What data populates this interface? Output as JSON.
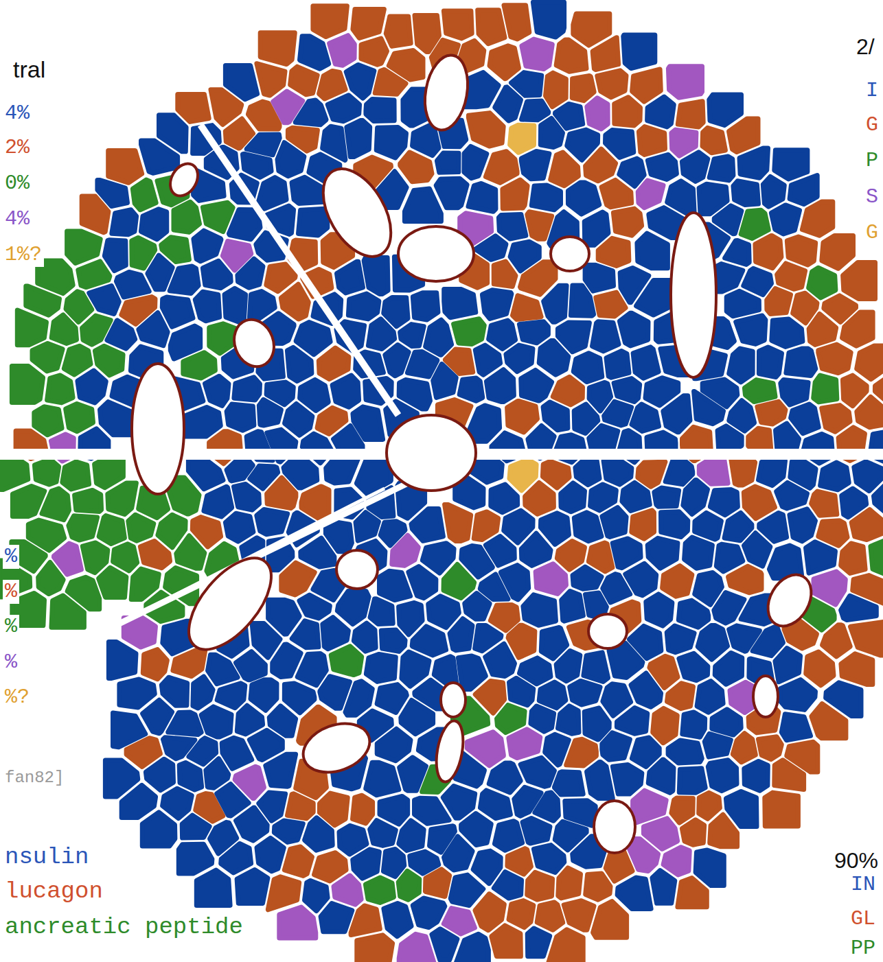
{
  "diagram": {
    "labels": [
      "tral",
      "4%",
      "2%",
      "0%",
      "4%",
      "1%?",
      "%",
      "%",
      "%",
      "%",
      "%?",
      "fan82]",
      "nsulin",
      "lucagon",
      "ancreatic peptide",
      "2/",
      "I",
      "G",
      "P",
      "S",
      "G",
      "90%",
      "IN",
      "GL",
      "PP"
    ]
  }
}
